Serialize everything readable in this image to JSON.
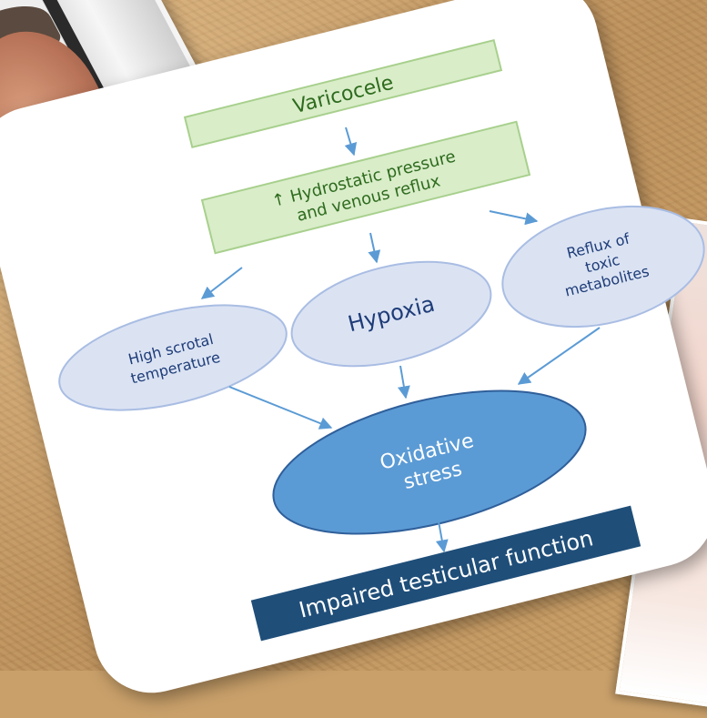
{
  "diagram": {
    "nodes": {
      "varicocele": "Varicocele",
      "pressure_line1": "↑ Hydrostatic pressure",
      "pressure_line2": "and venous reflux",
      "hypoxia": "Hypoxia",
      "reflux_line1": "Reflux of",
      "reflux_line2": "toxic",
      "reflux_line3": "metabolites",
      "temp_line1": "High scrotal",
      "temp_line2": "temperature",
      "oxidative_line1": "Oxidative",
      "oxidative_line2": "stress",
      "impaired": "Impaired testicular function"
    },
    "colors": {
      "green_fill": "#d9edc9",
      "green_border": "#a8d08d",
      "green_text": "#2e6b1e",
      "blue_light_fill": "#dbe3f3",
      "blue_light_border": "#a9bde3",
      "blue_text": "#1e3c78",
      "oxidative_fill": "#5b9bd5",
      "oxidative_border": "#2f5f9a",
      "impaired_fill": "#1f4e79",
      "arrow": "#5b9bd5"
    }
  }
}
